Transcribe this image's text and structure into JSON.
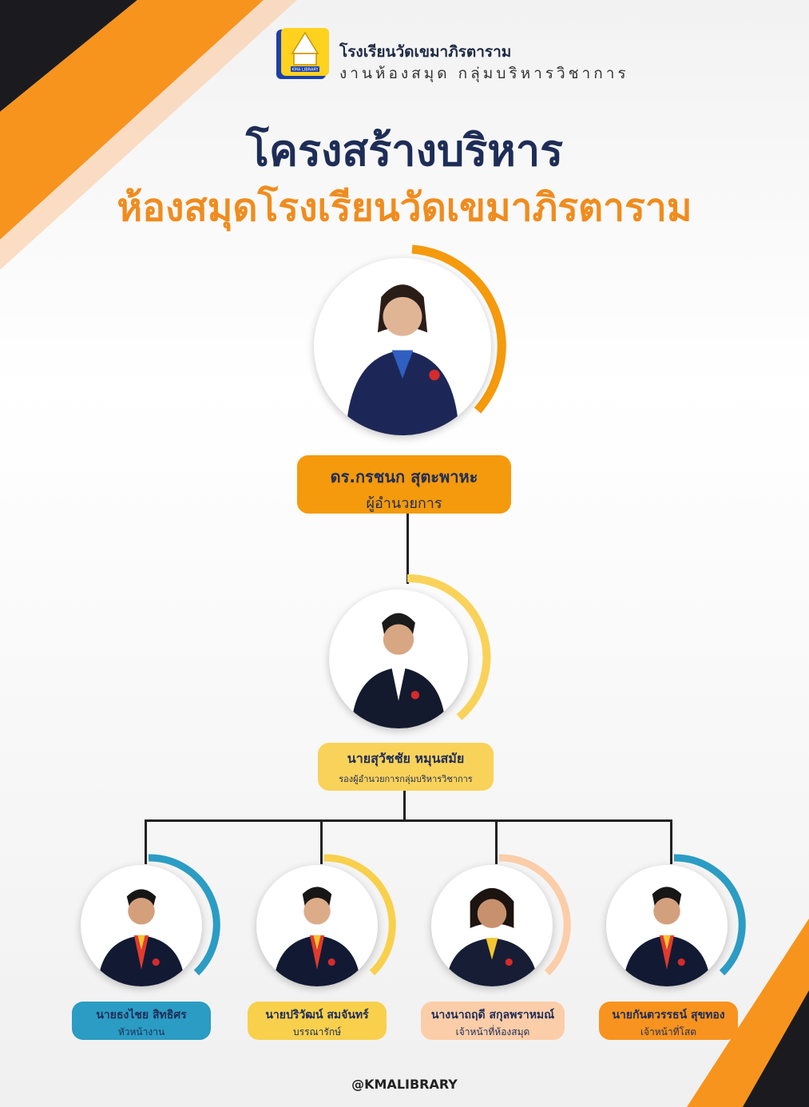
{
  "header": {
    "logo_text": "KMA LIBRARY",
    "school_name": "โรงเรียนวัดเขมาภิรตาราม",
    "department": "งานห้องสมุด กลุ่มบริหารวิชาการ"
  },
  "title": {
    "main": "โครงสร้างบริหาร",
    "sub": "ห้องสมุดโรงเรียนวัดเขมาภิรตาราม"
  },
  "director": {
    "name": "ดร.กรชนก สุตะพาหะ",
    "role": "ผู้อำนวยการ"
  },
  "deputy": {
    "name": "นายสุวัชชัย หมุนสมัย",
    "role": "รองผู้อำนวยการกลุ่มบริหารวิชาการ"
  },
  "staff": [
    {
      "name": "นายธงไชย สิทธิศร",
      "role": "หัวหน้างาน"
    },
    {
      "name": "นายปริวัฒน์ สมจันทร์",
      "role": "บรรณารักษ์"
    },
    {
      "name": "นางนาถฤดี สกุลพราหมณ์",
      "role": "เจ้าหน้าที่ห้องสมุด"
    },
    {
      "name": "นายกันตวรรธน์ สุขทอง",
      "role": "เจ้าหน้าที่โสต"
    }
  ],
  "colors": {
    "navy": "#1e2d57",
    "orange": "#f08c1e",
    "director_plate": "#f59a0c",
    "deputy_plate": "#f9d25a",
    "staff_1": "#2b9cc4",
    "staff_2": "#f8d04c",
    "staff_3": "#fbcda8",
    "staff_4": "#f8931f"
  },
  "footer": {
    "handle": "@KMALIBRARY"
  }
}
